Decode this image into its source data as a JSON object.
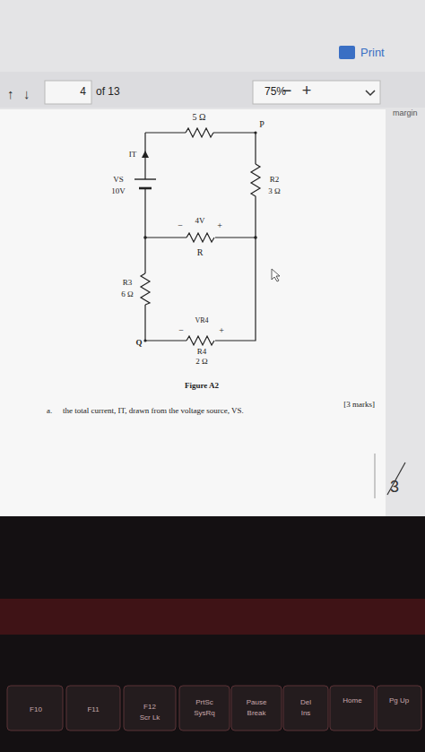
{
  "diagram": {
    "caption": "Figure A2",
    "labels": [
      "Print",
      "↑",
      "↓",
      "4",
      "of 13",
      "−",
      "+",
      "75%",
      "margin",
      "5 Ω",
      "P",
      "IT",
      "VS",
      "10V",
      "R2",
      "3 Ω",
      "−",
      "4V",
      "+",
      "R",
      "R3",
      "6 Ω",
      "−",
      "VR4",
      "+",
      "R4",
      "2 Ω",
      "Q",
      "a.",
      "the total current, IT, drawn from the voltage source, VS.",
      "[3 marks]",
      "3",
      "F10",
      "F11",
      "F12",
      "Scr Lk",
      "PrtSc",
      "SysRq",
      "Pause",
      "Break",
      "Del",
      "Ins",
      "Home",
      "Pg Up"
    ]
  }
}
